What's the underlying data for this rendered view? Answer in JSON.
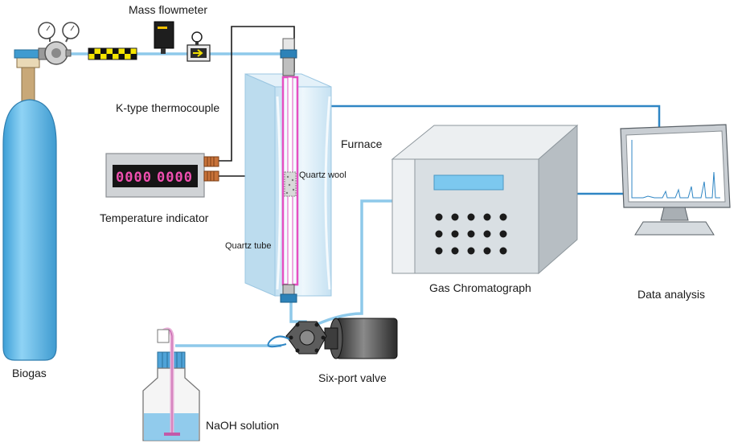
{
  "labels": {
    "mass_flowmeter": "Mass flowmeter",
    "thermocouple": "K-type thermocouple",
    "furnace": "Furnace",
    "quartz_wool": "Quartz wool",
    "temperature_indicator": "Temperature indicator",
    "quartz_tube": "Quartz tube",
    "gas_chromatograph": "Gas Chromatograph",
    "data_analysis": "Data analysis",
    "biogas": "Biogas",
    "six_port_valve": "Six-port valve",
    "naoh_solution": "NaOH solution"
  },
  "indicator": {
    "left_digits": "0000",
    "right_digits": "0000"
  },
  "colors": {
    "gas_line": "#8ec9ea",
    "wire": "#1a1a1a",
    "signal": "#2f86c4",
    "quartz_tube": "#e64fc2",
    "cylinder": "#5fb8e6",
    "furnace_glass": "#d3e9f5",
    "gc_body": "#d9dfe3"
  }
}
